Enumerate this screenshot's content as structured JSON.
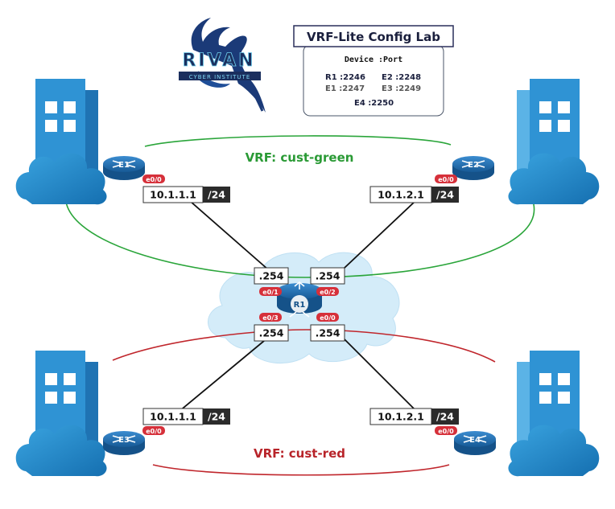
{
  "title": "VRF-Lite Config Lab",
  "logo": {
    "name": "RIVAN",
    "sub": "CYBER INSTITUTE"
  },
  "ports": {
    "header": "Device :Port",
    "rows": [
      [
        "R1 :2246",
        "E2 :2248"
      ],
      [
        "E1 :2247",
        "E3 :2249"
      ],
      [
        "E4 :2250"
      ]
    ]
  },
  "vrf": {
    "green": "VRF: cust-green",
    "red": "VRF: cust-red"
  },
  "colors": {
    "green": "#2aa53a",
    "red": "#c0262c",
    "bubble": "#d6303a",
    "router": "#1f6fae",
    "building": "#2c8fd1",
    "cloud_dark": "#1e86c7",
    "cloud_light": "#cfe9f7"
  },
  "devices": {
    "e1": {
      "name": "E1",
      "port": "e0/0",
      "ip": "10.1.1.1",
      "mask": "/24"
    },
    "e2": {
      "name": "E2",
      "port": "e0/0",
      "ip": "10.1.2.1",
      "mask": "/24"
    },
    "e3": {
      "name": "E3",
      "port": "e0/0",
      "ip": "10.1.1.1",
      "mask": "/24"
    },
    "e4": {
      "name": "E4",
      "port": "e0/0",
      "ip": "10.1.2.1",
      "mask": "/24"
    },
    "r1": {
      "name": "R1",
      "ports": {
        "e01": "e0/1",
        "e02": "e0/2",
        "e03": "e0/3",
        "e00": "e0/0"
      },
      "ips": {
        "e01": ".254",
        "e02": ".254",
        "e03": ".254",
        "e00": ".254"
      }
    }
  },
  "icons": [
    "building-icon",
    "cloud-icon",
    "router-icon",
    "dragon-logo-icon"
  ]
}
